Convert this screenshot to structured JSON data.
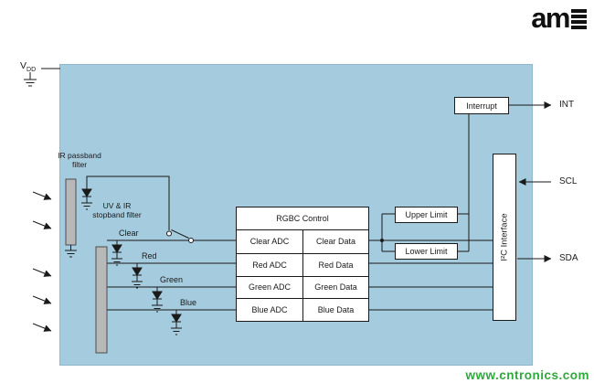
{
  "colors": {
    "chip": "#a4cbde",
    "bar": "#b8b8b8",
    "green": "#2fa83c"
  },
  "logo": {
    "text": "am"
  },
  "pins": {
    "vdd": "V",
    "vdd_sub": "DD",
    "int": "INT",
    "scl": "SCL",
    "sda": "SDA"
  },
  "filters": {
    "ir_passband": "IR passband filter",
    "uv_ir_stopband": "UV & IR stopband filter"
  },
  "channels": {
    "clear": "Clear",
    "red": "Red",
    "green": "Green",
    "blue": "Blue"
  },
  "control": {
    "title": "RGBC Control",
    "rows": [
      {
        "adc": "Clear ADC",
        "data": "Clear Data"
      },
      {
        "adc": "Red ADC",
        "data": "Red Data"
      },
      {
        "adc": "Green ADC",
        "data": "Green Data"
      },
      {
        "adc": "Blue ADC",
        "data": "Blue Data"
      }
    ]
  },
  "limits": {
    "upper": "Upper Limit",
    "lower": "Lower Limit"
  },
  "interrupt": {
    "label": "Interrupt"
  },
  "i2c": {
    "label": "I²C Interface"
  },
  "watermark": {
    "text": "www.cntronics.com"
  }
}
